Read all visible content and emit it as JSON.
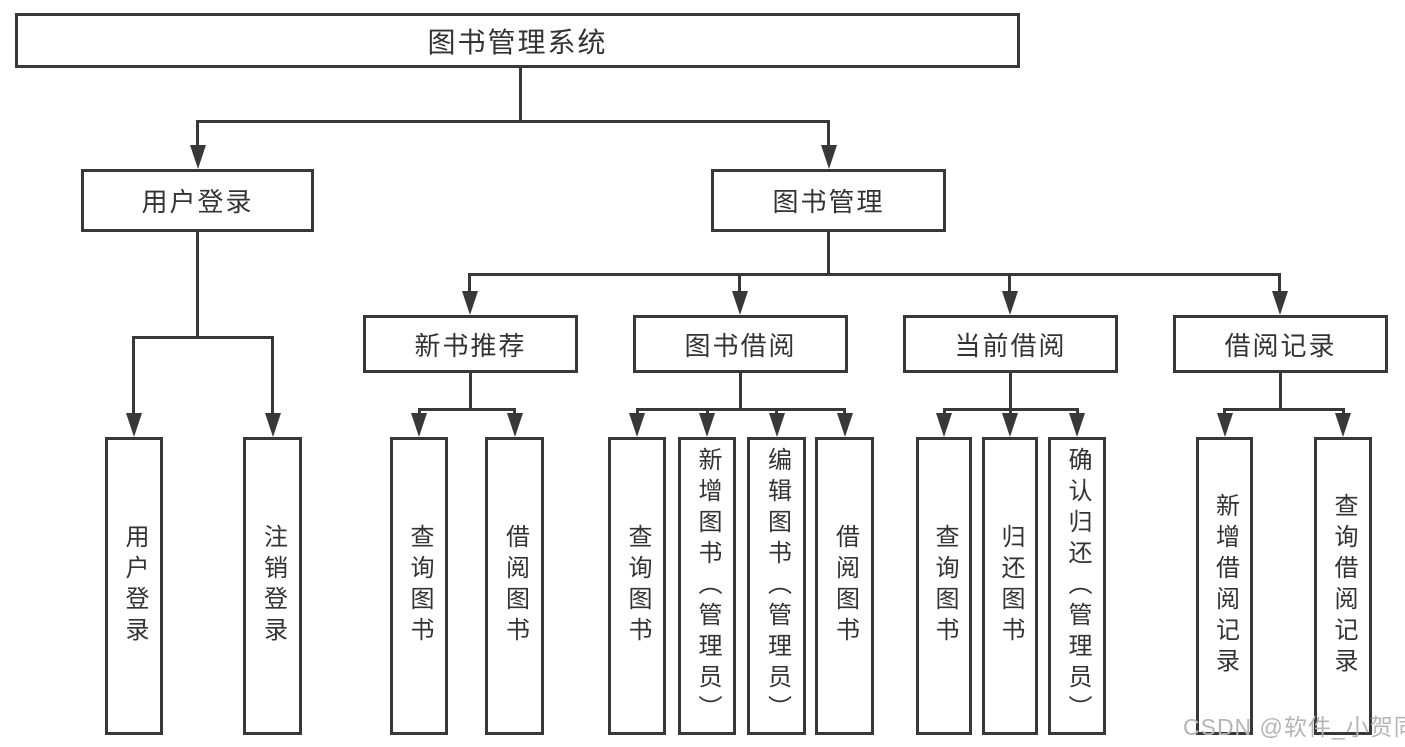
{
  "colors": {
    "line": "#383838",
    "text": "#333333",
    "bg": "#ffffff",
    "watermark": "#b5b5b5"
  },
  "watermark": "CSDN @软件_小贺同学",
  "tree": {
    "root": "图书管理系统",
    "login": "用户登录",
    "manage": "图书管理",
    "login_children": [
      "用户登录",
      "注销登录"
    ],
    "level2": [
      "新书推荐",
      "图书借阅",
      "当前借阅",
      "借阅记录"
    ],
    "newbook_children": [
      "查询图书",
      "借阅图书"
    ],
    "borrow_children": [
      "查询图书",
      "新增图书（管理员）",
      "编辑图书（管理员）",
      "借阅图书"
    ],
    "current_children": [
      "查询图书",
      "归还图书",
      "确认归还（管理员）"
    ],
    "record_children": [
      "新增借阅记录",
      "查询借阅记录"
    ]
  }
}
